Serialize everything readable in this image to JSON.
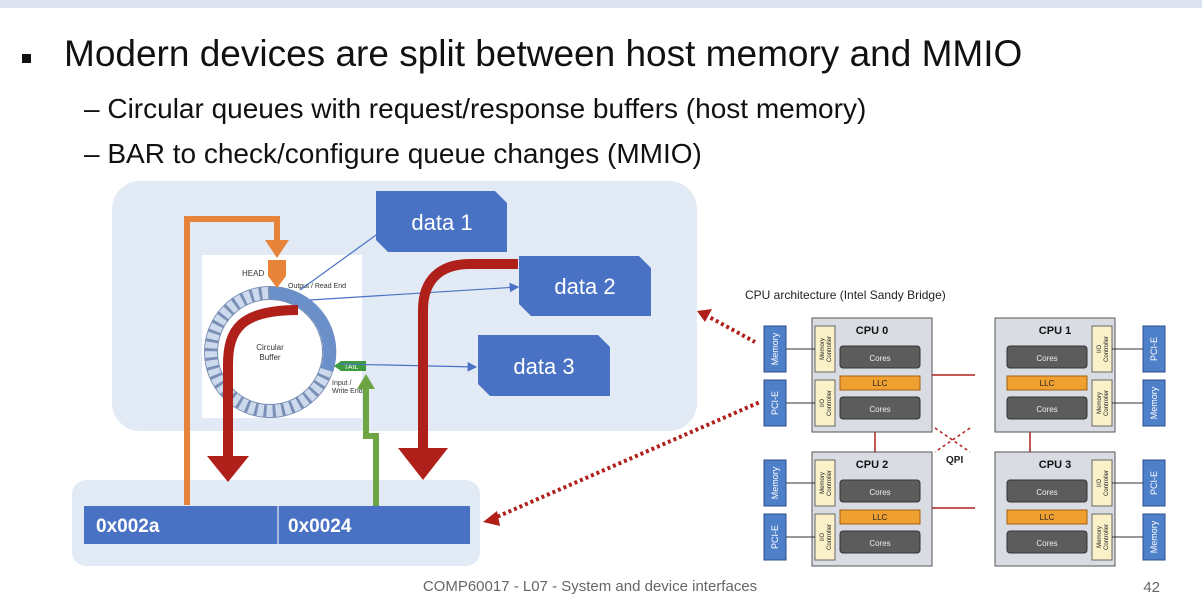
{
  "slide": {
    "bullet_main": "Modern devices are split between host memory and MMIO",
    "sub_bullets": [
      "– Circular queues with request/response buffers (host memory)",
      "– BAR to check/configure queue changes (MMIO)"
    ],
    "footer": "COMP60017 - L07 - System and device interfaces",
    "page_number": "42"
  },
  "circular_buffer": {
    "head_label": "HEAD",
    "tail_label": "TAIL",
    "center_label": [
      "Circular",
      "Buffer"
    ],
    "output_label": "Output / Read End",
    "input_label": [
      "Input /",
      "Write End"
    ]
  },
  "data_boxes": [
    "data 1",
    "data 2",
    "data 3"
  ],
  "registers": [
    "0x002a",
    "0x0024"
  ],
  "cpu_diagram": {
    "caption": "CPU architecture (Intel Sandy Bridge)",
    "cpus": [
      "CPU 0",
      "CPU 1",
      "CPU 2",
      "CPU 3"
    ],
    "cores_label": "Cores",
    "llc_label": "LLC",
    "qpi_label": "QPI",
    "memory_label": "Memory",
    "pcie_label": "PCI-E",
    "memory_controller_label": [
      "Memory",
      "Controller"
    ],
    "io_controller_label": [
      "I/O",
      "Controller"
    ]
  },
  "colors": {
    "orange": "#e8833a",
    "red": "#b0201b",
    "green": "#6ea544",
    "blue_box": "#4a72c4",
    "panel": "#e1eaf5"
  }
}
